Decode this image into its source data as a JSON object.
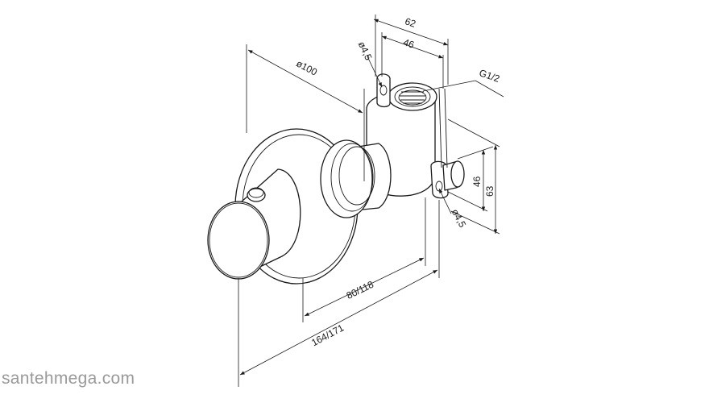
{
  "dimensions": {
    "top_outer": "62",
    "top_inner": "46",
    "hole_top": "ø4,5",
    "thread": "G1/2",
    "flange": "ø100",
    "side_inner": "46",
    "side_outer": "63",
    "hole_bottom": "ø4,5",
    "depth": "80/118",
    "length": "164/171"
  },
  "watermark": "santehmega.com",
  "colors": {
    "line": "#1a1a1a",
    "watermark": "#9a9a9a",
    "background": "#ffffff"
  }
}
